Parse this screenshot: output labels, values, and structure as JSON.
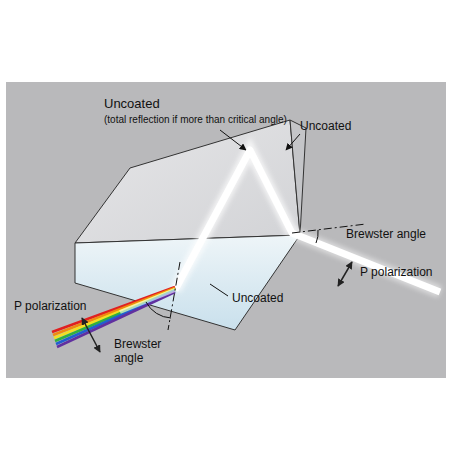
{
  "diagram": {
    "labels": [
      "Uncoated",
      "(total reflection if more than critical angle)",
      "Uncoated",
      "Brewster angle",
      "P polarization",
      "P polarization",
      "Brewster angle",
      "Uncoated"
    ]
  }
}
